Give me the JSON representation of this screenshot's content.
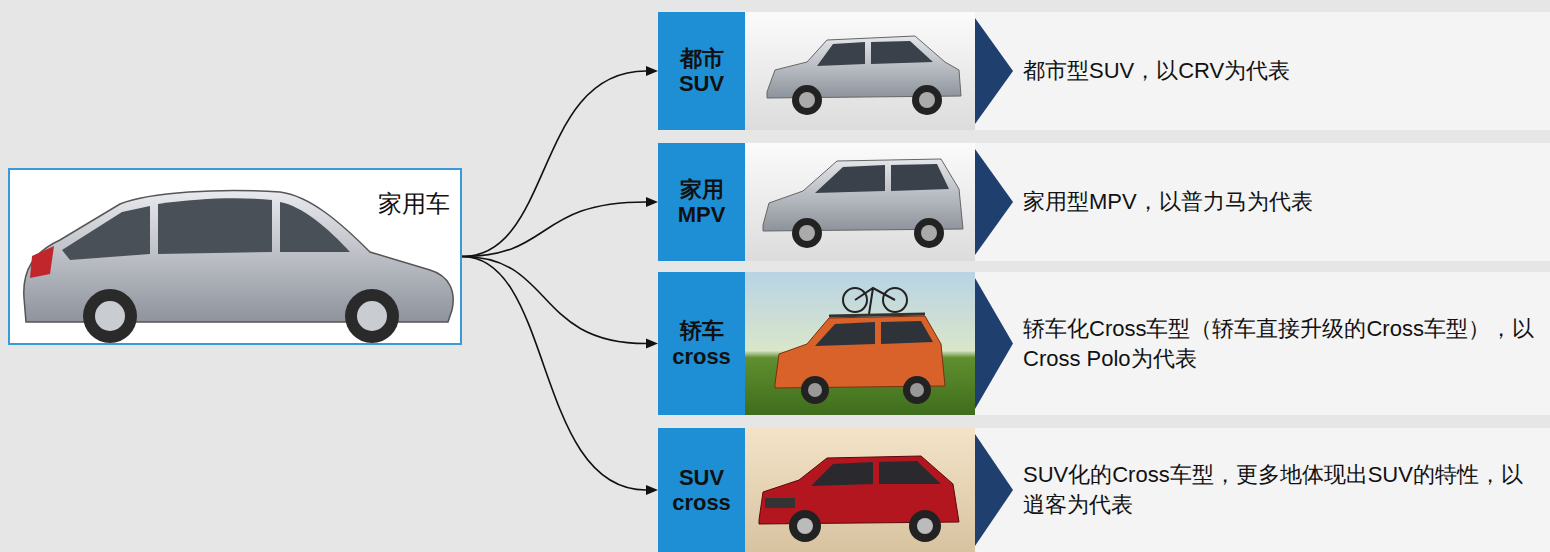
{
  "diagram": {
    "nodes": [
      {
        "text": [
          "家用车"
        ]
      },
      {
        "text": [
          "都市 SUV"
        ]
      },
      {
        "text": [
          "都市型SUV，以CRV为代表"
        ]
      },
      {
        "text": [
          "家用 MPV"
        ]
      },
      {
        "text": [
          "家用型MPV，以普力马为代表"
        ]
      },
      {
        "text": [
          "轿车 cross"
        ]
      },
      {
        "text": [
          "轿车化Cross车型（轿车直接升级的Cross车型），以Cross Polo为代表"
        ]
      },
      {
        "text": [
          "SUV cross"
        ]
      },
      {
        "text": [
          "SUV化的Cross车型，更多地体现出SUV的特性，以逍客为代表"
        ]
      }
    ],
    "edges": [
      {
        "from": 0,
        "to": 1,
        "arrow": "to"
      },
      {
        "from": 0,
        "to": 3,
        "arrow": "to"
      },
      {
        "from": 0,
        "to": 5,
        "arrow": "to"
      },
      {
        "from": 0,
        "to": 7,
        "arrow": "to"
      }
    ]
  }
}
